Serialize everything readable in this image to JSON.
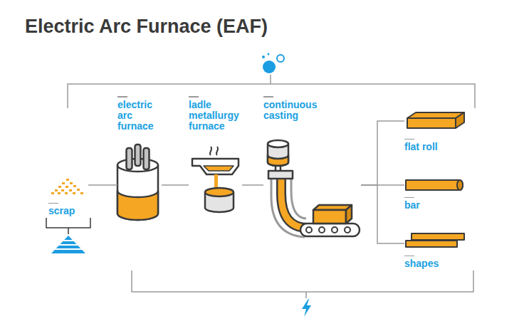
{
  "diagram": {
    "title": "Electric Arc Furnace (EAF)",
    "nodes": [
      {
        "text": [
          "scrap"
        ]
      },
      {
        "text": [
          "electric arc furnace"
        ]
      },
      {
        "text": [
          "ladle metallurgy furnace"
        ]
      },
      {
        "text": [
          "continuous casting"
        ]
      },
      {
        "text": [
          "flat roll"
        ]
      },
      {
        "text": [
          "bar"
        ]
      },
      {
        "text": [
          "shapes"
        ]
      }
    ],
    "edges": [
      {
        "from": 0,
        "to": 1,
        "arrow": "none"
      },
      {
        "from": 1,
        "to": 2,
        "arrow": "none"
      },
      {
        "from": 2,
        "to": 3,
        "arrow": "none"
      },
      {
        "from": 3,
        "to": 4,
        "arrow": "none"
      },
      {
        "from": 3,
        "to": 5,
        "arrow": "none"
      },
      {
        "from": 3,
        "to": 6,
        "arrow": "none"
      }
    ]
  }
}
